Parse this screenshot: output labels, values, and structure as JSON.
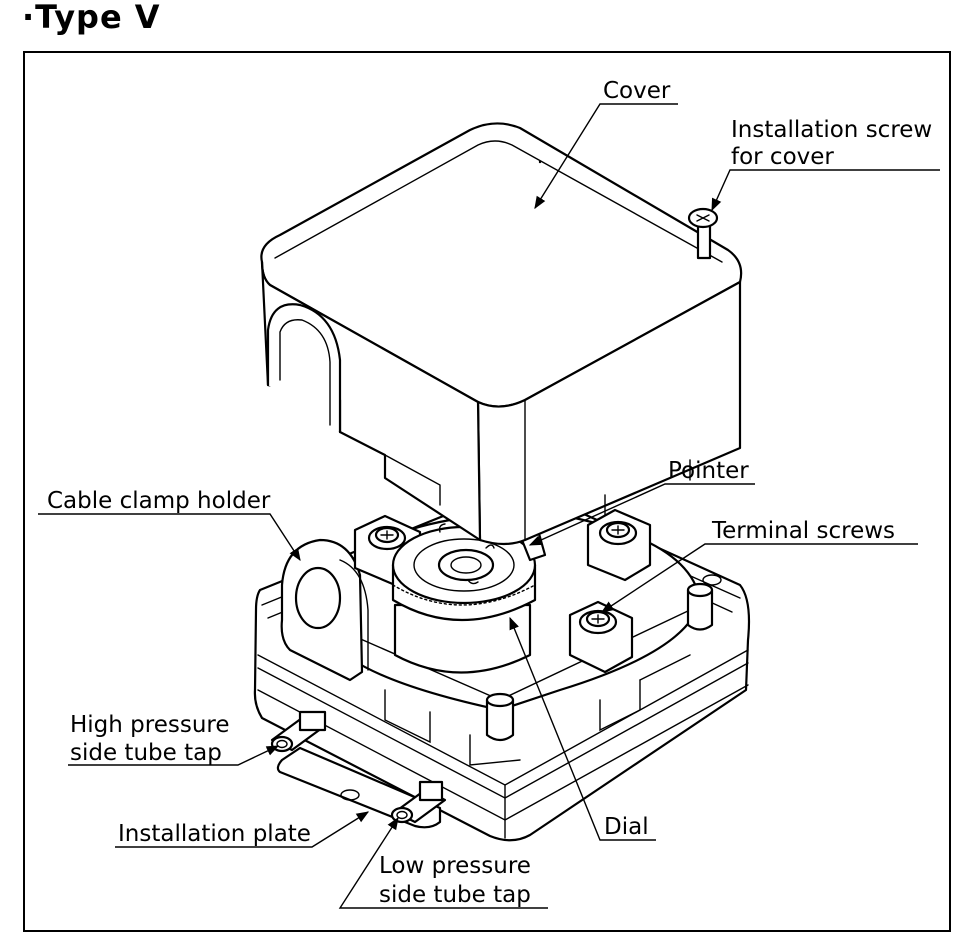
{
  "heading": "·Type V",
  "labels": {
    "cover": "Cover",
    "install_screw_1": "Installation screw",
    "install_screw_2": "for cover",
    "pointer": "Pointer",
    "cable_clamp": "Cable clamp holder",
    "terminal_screws": "Terminal screws",
    "high_pressure_1": "High pressure",
    "high_pressure_2": "side tube tap",
    "installation_plate": "Installation plate",
    "dial": "Dial",
    "low_pressure_1": "Low pressure",
    "low_pressure_2": "side tube tap"
  },
  "colors": {
    "line": "#000000",
    "background": "#ffffff"
  }
}
